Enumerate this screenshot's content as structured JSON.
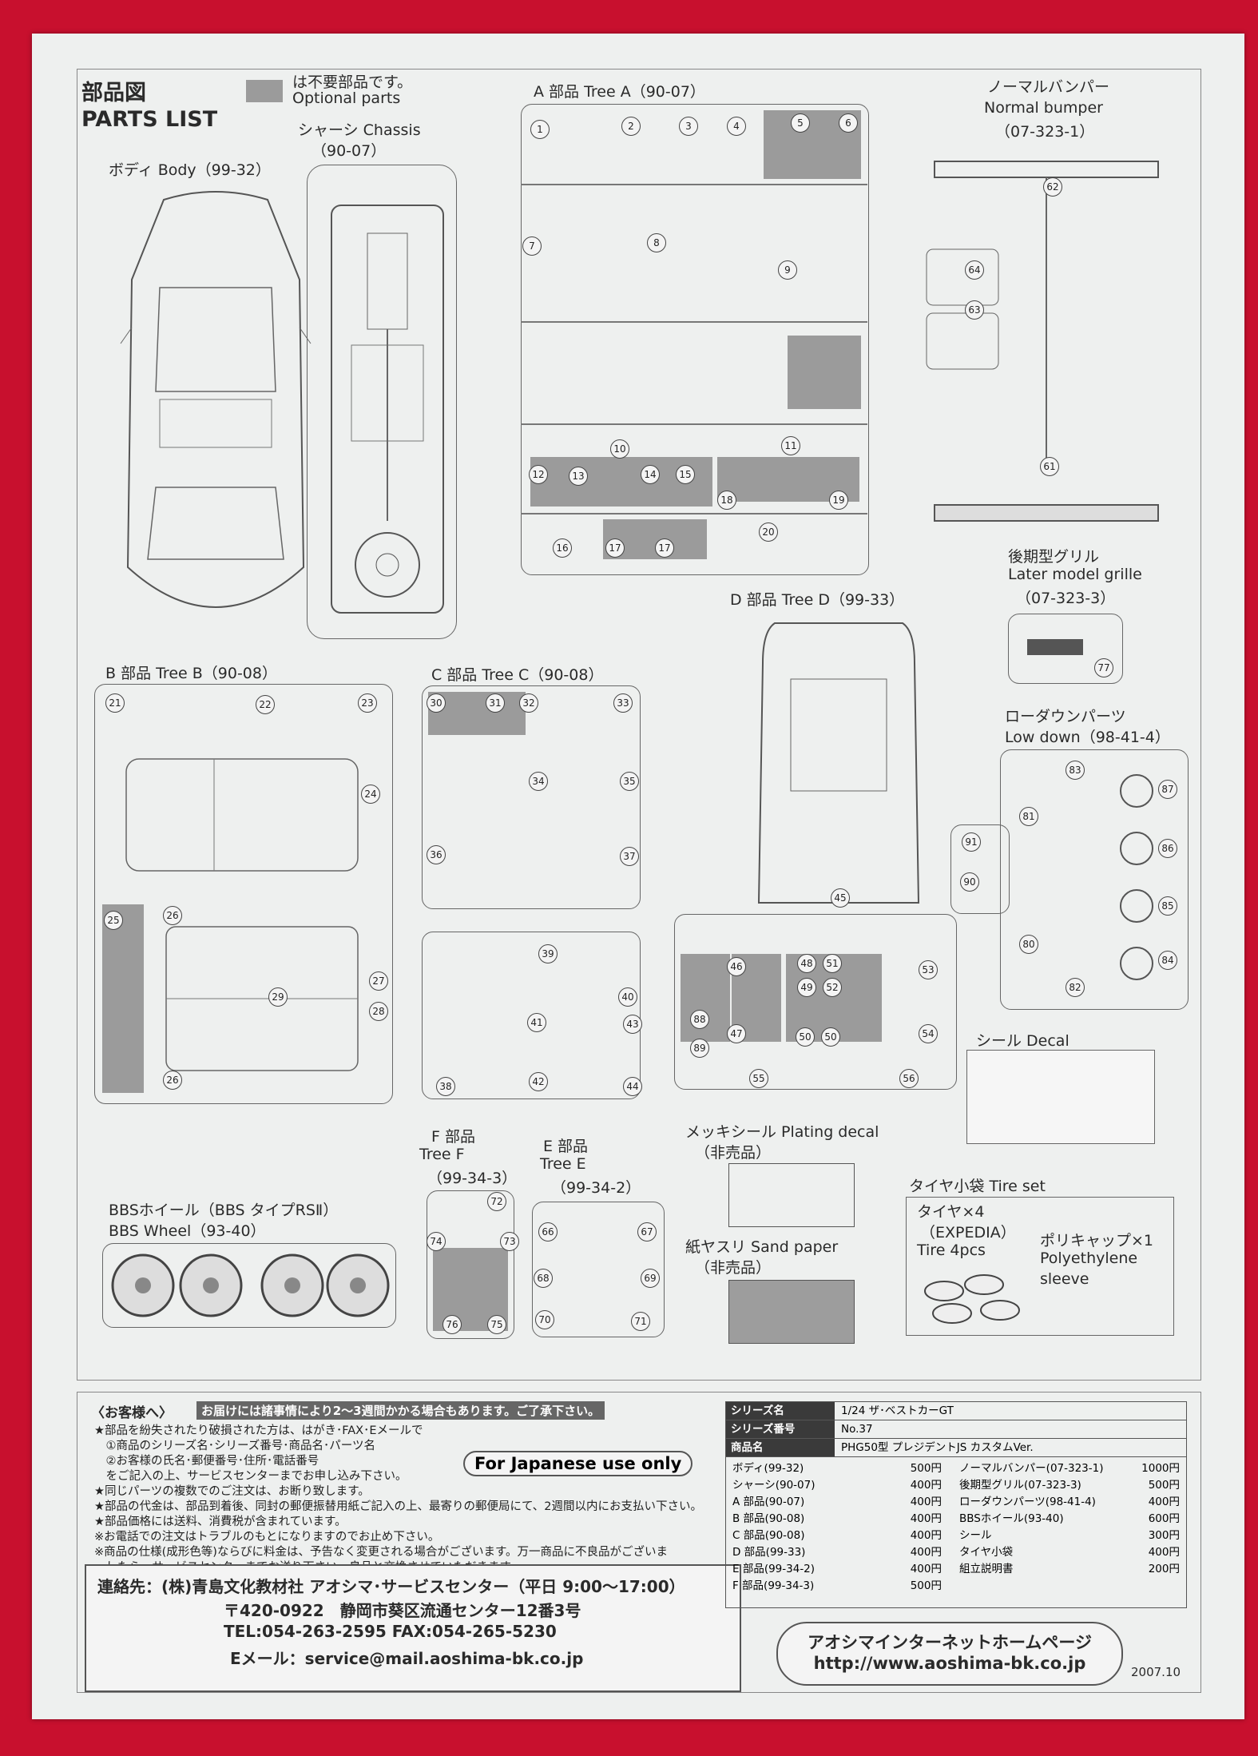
{
  "header": {
    "title_jp": "部品図",
    "title_en": "PARTS LIST",
    "optional_jp": "は不要部品です。",
    "optional_en": "Optional parts"
  },
  "sections": {
    "body": "ボディ Body（99-32）",
    "chassis_jp": "シャーシ Chassis",
    "chassis_code": "（90-07）",
    "tree_a": "A 部品 Tree A（90-07）",
    "normal_bumper_jp": "ノーマルバンパー",
    "normal_bumper_en": "Normal bumper",
    "normal_bumper_code": "（07-323-1）",
    "later_grille_jp": "後期型グリル",
    "later_grille_en": "Later model grille",
    "later_grille_code": "（07-323-3）",
    "tree_b": "B 部品 Tree B（90-08）",
    "tree_c": "C 部品 Tree C（90-08）",
    "tree_d": "D 部品 Tree D（99-33）",
    "lowdown_jp": "ローダウンパーツ",
    "lowdown_en": "Low down（98-41-4）",
    "decal": "シール Decal",
    "plating_decal": "メッキシール Plating decal",
    "not_for_sale_1": "（非売品）",
    "sand_paper": "紙ヤスリ Sand paper",
    "not_for_sale_2": "（非売品）",
    "tree_f_1": "F 部品",
    "tree_f_2": "Tree F",
    "tree_f_3": "（99-34-3）",
    "tree_e_1": "E 部品",
    "tree_e_2": "Tree E",
    "tree_e_3": "（99-34-2）",
    "bbs_jp": "BBSホイール（BBS タイプRSⅡ）",
    "bbs_en": "BBS Wheel（93-40）",
    "tire_set": "タイヤ小袋 Tire set",
    "tire_x4": "タイヤ×4",
    "expedia": "（EXPEDIA）",
    "tire_4pcs": "Tire 4pcs",
    "polycap": "ポリキャップ×1",
    "polycap_en1": "Polyethylene",
    "polycap_en2": "sleeve"
  },
  "part_numbers": {
    "tree_a": [
      "1",
      "2",
      "3",
      "4",
      "5",
      "6",
      "7",
      "8",
      "9",
      "10",
      "11",
      "12",
      "13",
      "14",
      "15",
      "16",
      "17",
      "17",
      "18",
      "19",
      "20"
    ],
    "tree_b": [
      "21",
      "22",
      "23",
      "24",
      "25",
      "26",
      "26",
      "27",
      "28",
      "29"
    ],
    "tree_c": [
      "30",
      "31",
      "32",
      "33",
      "34",
      "35",
      "36",
      "37"
    ],
    "tree_c2": [
      "38",
      "39",
      "40",
      "41",
      "42",
      "43",
      "44"
    ],
    "tree_d": [
      "45",
      "46",
      "47",
      "48",
      "49",
      "50",
      "50",
      "51",
      "52",
      "53",
      "54",
      "55",
      "56",
      "88",
      "89",
      "90",
      "91"
    ],
    "bumper": [
      "61",
      "62",
      "63",
      "64"
    ],
    "tree_e": [
      "66",
      "67",
      "68",
      "69",
      "70",
      "71"
    ],
    "tree_f": [
      "72",
      "73",
      "74",
      "75",
      "76"
    ],
    "grille": [
      "77"
    ],
    "lowdown": [
      "80",
      "81",
      "82",
      "83",
      "84",
      "85",
      "86",
      "87"
    ]
  },
  "customer": {
    "heading": "〈お客様へ〉",
    "notice": "お届けには諸事情により2〜3週間かかる場合もあります。ご了承下さい。",
    "lines": [
      "★部品を紛失されたり破損された方は、はがき･FAX･Eメールで",
      "　①商品のシリーズ名･シリーズ番号･商品名･パーツ名",
      "　②お客様の氏名･郵便番号･住所･電話番号",
      "　をご記入の上、サービスセンターまでお申し込み下さい。",
      "★同じパーツの複数でのご注文は、お断り致します。",
      "★部品の代金は、部品到着後、同封の郵便振替用紙ご記入の上、最寄りの郵便局にて、2週間以内にお支払い下さい。",
      "★部品価格には送料、消費税が含まれています。",
      "※お電話での注文はトラブルのもとになりますのでお止め下さい。",
      "※商品の仕様(成形色等)ならびに料金は、予告なく変更される場合がございます。万一商品に不良品がございま",
      "　したら、サービスセンターまでお送り下さい。良品と交換させていただきます。"
    ],
    "japan_only": "For Japanese use only"
  },
  "contact": {
    "line1": "連絡先：(株)青島文化教材社 アオシマ･サービスセンター（平日 9:00〜17:00）",
    "line2": "〒420-0922　静岡市葵区流通センター12番3号",
    "line3": "TEL:054-263-2595 FAX:054-265-5230",
    "line4": "Eメール：service@mail.aoshima-bk.co.jp"
  },
  "spec": {
    "series_name_k": "シリーズ名",
    "series_name_v": "1/24 ザ･ベストカーGT",
    "series_no_k": "シリーズ番号",
    "series_no_v": "No.37",
    "product_k": "商品名",
    "product_v": "PHG50型 プレジデントJS カスタムVer."
  },
  "prices_left": [
    {
      "name": "ボディ(99-32)",
      "price": "500円"
    },
    {
      "name": "シャーシ(90-07)",
      "price": "400円"
    },
    {
      "name": "A 部品(90-07)",
      "price": "400円"
    },
    {
      "name": "B 部品(90-08)",
      "price": "400円"
    },
    {
      "name": "C 部品(90-08)",
      "price": "400円"
    },
    {
      "name": "D 部品(99-33)",
      "price": "400円"
    },
    {
      "name": "E 部品(99-34-2)",
      "price": "400円"
    },
    {
      "name": "F 部品(99-34-3)",
      "price": "500円"
    }
  ],
  "prices_right": [
    {
      "name": "ノーマルバンパー(07-323-1)",
      "price": "1000円"
    },
    {
      "name": "後期型グリル(07-323-3)",
      "price": "500円"
    },
    {
      "name": "ローダウンパーツ(98-41-4)",
      "price": "400円"
    },
    {
      "name": "BBSホイール(93-40)",
      "price": "600円"
    },
    {
      "name": "シール",
      "price": "300円"
    },
    {
      "name": "タイヤ小袋",
      "price": "400円"
    },
    {
      "name": "組立説明書",
      "price": "200円"
    }
  ],
  "homepage": {
    "title": "アオシマインターネットホームページ",
    "url": "http://www.aoshima-bk.co.jp"
  },
  "date": "2007.10",
  "colors": {
    "background": "#c8102e",
    "paper": "#eef0ef",
    "optional_gray": "#9b9b9b"
  }
}
